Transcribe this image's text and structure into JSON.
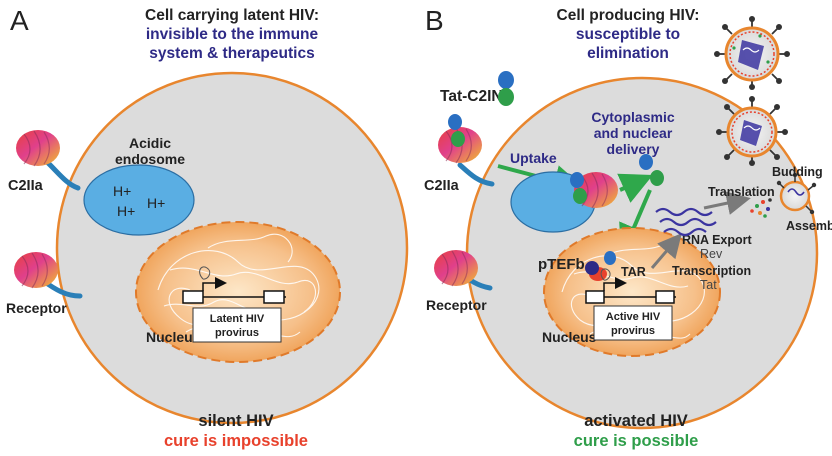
{
  "colors": {
    "membrane": "#e8862e",
    "cytoplasm": "#dcdcdc",
    "endosome": "#5aaee3",
    "dark_blue": "#2e2a86",
    "red": "#e8412c",
    "green": "#2f9e4a",
    "arrow_green": "#2fa84b",
    "arrow_gray": "#7a7a7a",
    "rna": "#3b34a0",
    "receptor": "#2a7fb8"
  },
  "panel_a": {
    "letter": "A",
    "title_line1": "Cell carrying latent HIV:",
    "title_line2": "invisible to the immune",
    "title_line3": "system & therapeutics",
    "c2iia_label": "C2IIa",
    "receptor_label": "Receptor",
    "endosome_label_line1": "Acidic",
    "endosome_label_line2": "endosome",
    "protons": [
      "H+",
      "H+",
      "H+"
    ],
    "nucleus_label": "Nucleus",
    "provirus_line1": "Latent HIV",
    "provirus_line2": "provirus",
    "bottom_line1": "silent HIV",
    "bottom_line2": "cure is impossible"
  },
  "panel_b": {
    "letter": "B",
    "title_line1": "Cell producing HIV:",
    "title_line2": "susceptible to",
    "title_line3": "elimination",
    "tat_label": "Tat-C2IN",
    "c2iia_label": "C2IIa",
    "receptor_label": "Receptor",
    "uptake_label": "Uptake",
    "delivery_line1": "Cytoplasmic",
    "delivery_line2": "and nuclear",
    "delivery_line3": "delivery",
    "ptefb_label": "pTEFb",
    "tar_label": "TAR",
    "translation_label": "Translation",
    "rna_export_label": "RNA Export",
    "rev_label": "Rev",
    "transcription_label": "Transcription",
    "tat_small_label": "Tat",
    "budding_label": "Budding",
    "assembly_label": "Assembly",
    "nucleus_label": "Nucleus",
    "provirus_line1": "Active HIV",
    "provirus_line2": "provirus",
    "bottom_line1": "activated HIV",
    "bottom_line2": "cure is possible"
  }
}
